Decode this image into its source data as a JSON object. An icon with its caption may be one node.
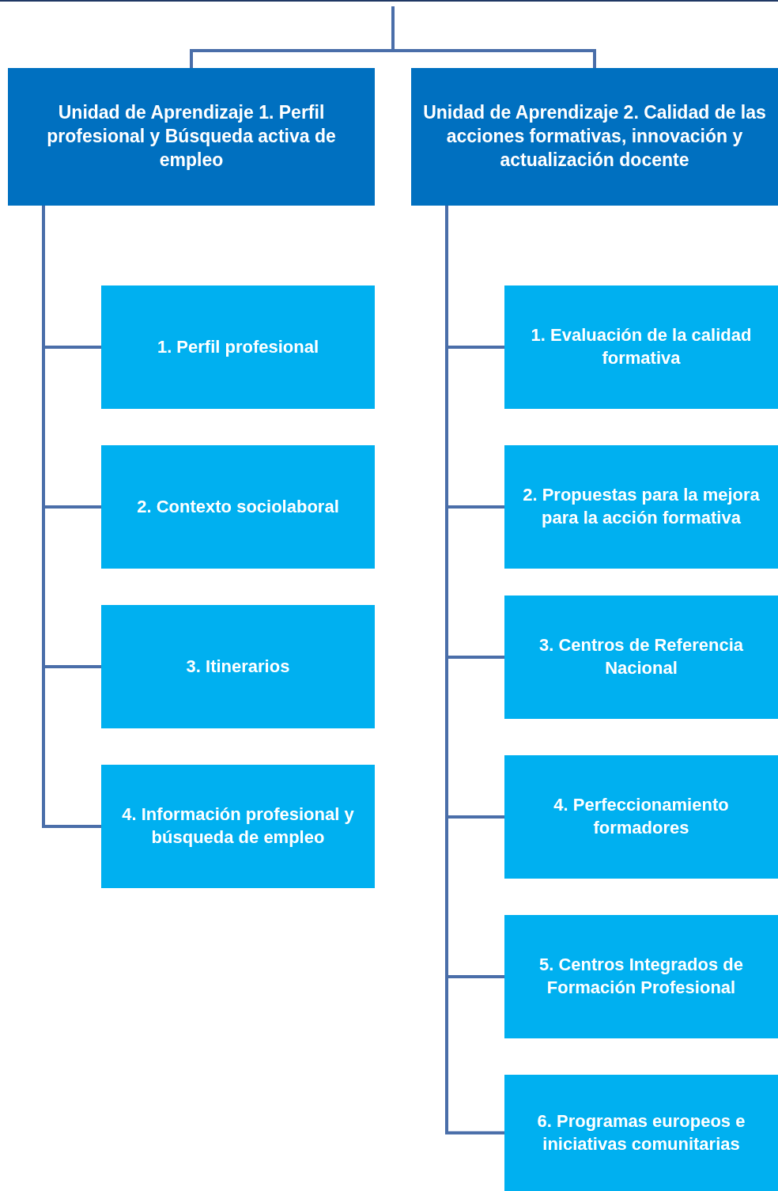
{
  "diagram": {
    "nodes": [
      {
        "text": [
          "Unidad de Aprendizaje 1. Perfil profesional y Búsqueda activa de empleo"
        ]
      },
      {
        "text": [
          "Unidad de Aprendizaje 2. Calidad de las acciones formativas, innovación y actualización docente"
        ]
      },
      {
        "text": [
          "1. Perfil profesional"
        ]
      },
      {
        "text": [
          "2. Contexto sociolaboral"
        ]
      },
      {
        "text": [
          "3. Itinerarios"
        ]
      },
      {
        "text": [
          "4. Información profesional y búsqueda de empleo"
        ]
      },
      {
        "text": [
          "1. Evaluación de la calidad formativa"
        ]
      },
      {
        "text": [
          "2. Propuestas para la mejora para la acción formativa"
        ]
      },
      {
        "text": [
          "3. Centros de Referencia Nacional"
        ]
      },
      {
        "text": [
          "4. Perfeccionamiento formadores"
        ]
      },
      {
        "text": [
          "5. Centros Integrados de Formación Profesional"
        ]
      },
      {
        "text": [
          "6. Programas europeos e iniciativas comunitarias"
        ]
      }
    ],
    "edges": [
      {
        "from": null,
        "to": 0,
        "arrow": "none"
      },
      {
        "from": null,
        "to": 1,
        "arrow": "none"
      },
      {
        "from": 0,
        "to": 2,
        "arrow": "none"
      },
      {
        "from": 0,
        "to": 3,
        "arrow": "none"
      },
      {
        "from": 0,
        "to": 4,
        "arrow": "none"
      },
      {
        "from": 0,
        "to": 5,
        "arrow": "none"
      },
      {
        "from": 1,
        "to": 6,
        "arrow": "none"
      },
      {
        "from": 1,
        "to": 7,
        "arrow": "none"
      },
      {
        "from": 1,
        "to": 8,
        "arrow": "none"
      },
      {
        "from": 1,
        "to": 9,
        "arrow": "none"
      },
      {
        "from": 1,
        "to": 10,
        "arrow": "none"
      },
      {
        "from": 1,
        "to": 11,
        "arrow": "none"
      }
    ]
  }
}
